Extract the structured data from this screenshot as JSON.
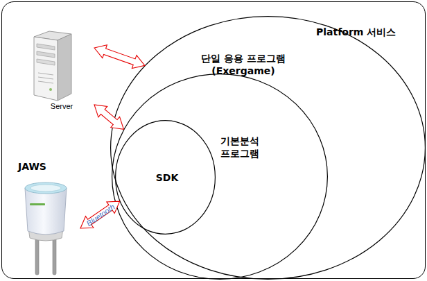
{
  "diagram": {
    "nodes": [
      {
        "text": [
          "Platform 서비스"
        ]
      },
      {
        "text": [
          "Server"
        ],
        "in": 0
      },
      {
        "text": [
          "단일 응용 프로그램 (Exergame)"
        ],
        "in": 0
      },
      {
        "text": [
          "기본분석 프로그램"
        ],
        "in": 2
      },
      {
        "text": [
          "SDK"
        ],
        "in": 3
      },
      {
        "text": [
          "JAWS"
        ],
        "in": 0
      }
    ],
    "edges": [
      {
        "from": 1,
        "to": 2,
        "arrow": "both"
      },
      {
        "from": 1,
        "to": 3,
        "arrow": "both"
      },
      {
        "from": 5,
        "to": 4,
        "label": "Bluetooth",
        "arrow": "both"
      }
    ]
  }
}
